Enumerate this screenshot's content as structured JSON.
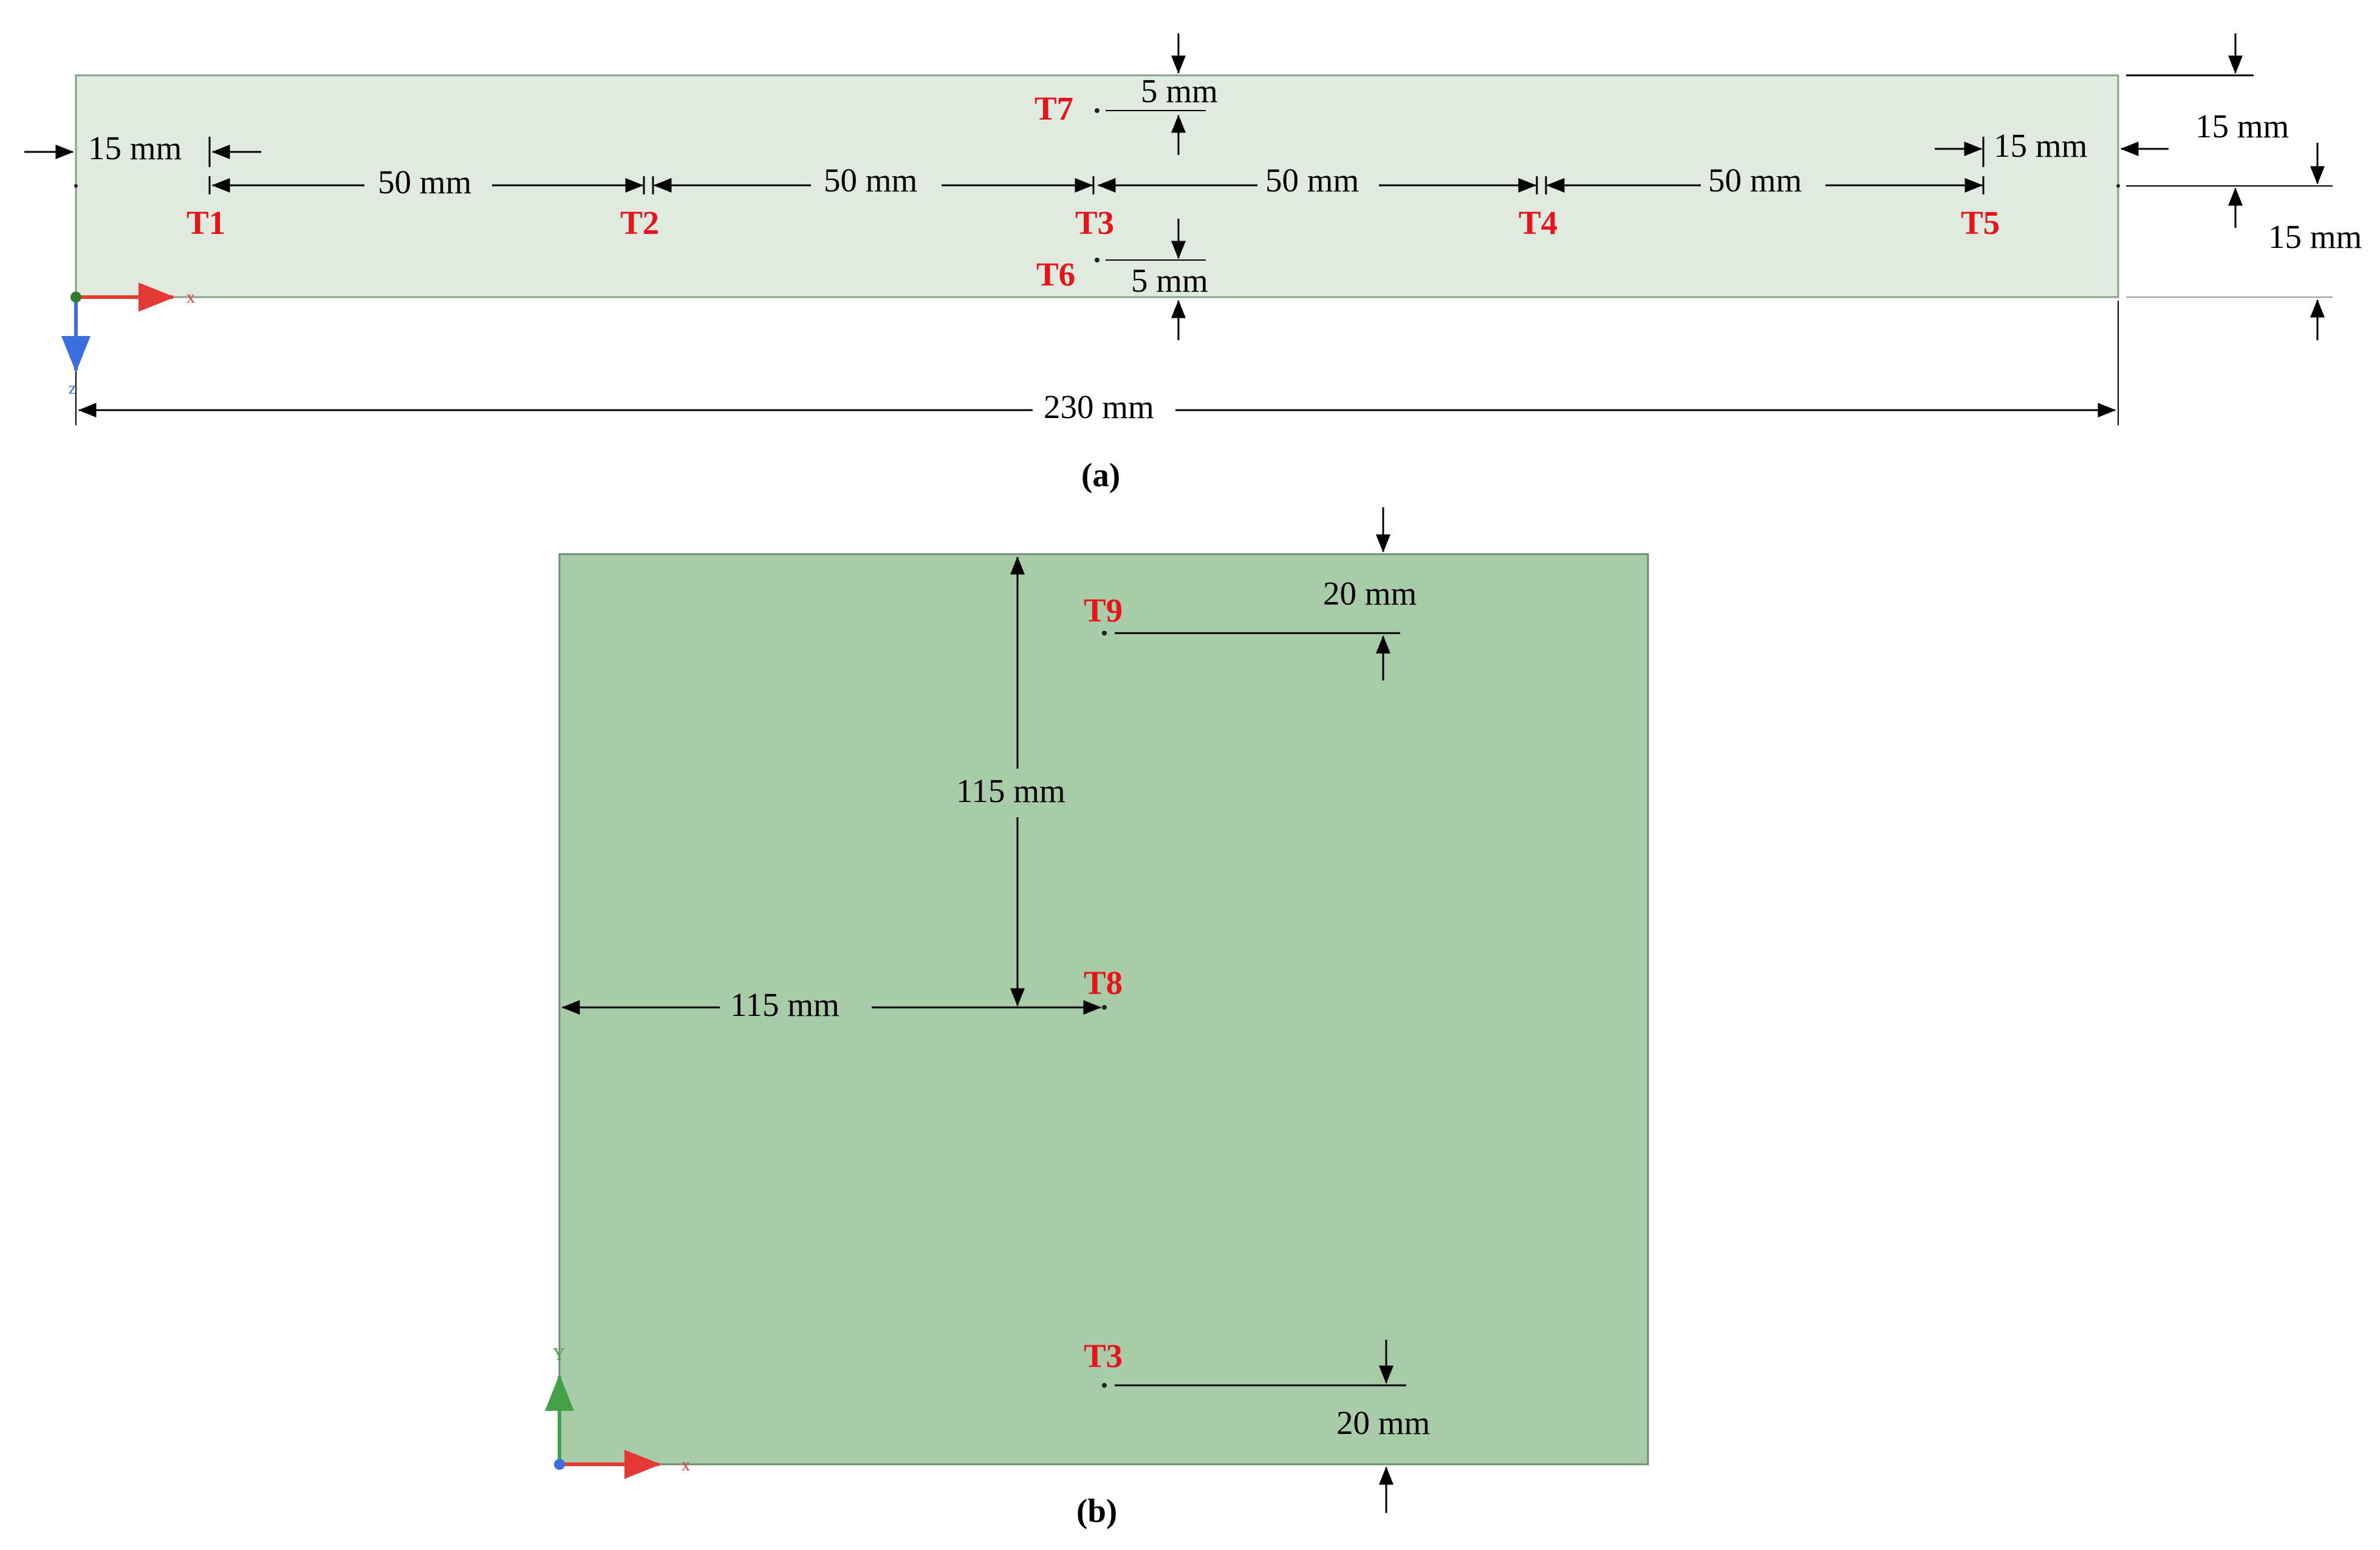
{
  "figure_a": {
    "caption": "(a)",
    "plate_color": "#e0ebdf",
    "points": [
      "T1",
      "T2",
      "T3",
      "T4",
      "T5",
      "T6",
      "T7"
    ],
    "dims": {
      "left_edge": "15 mm",
      "spacing_1": "50 mm",
      "spacing_2": "50 mm",
      "spacing_3": "50 mm",
      "spacing_4": "50 mm",
      "right_edge": "15 mm",
      "t7_top": "5 mm",
      "t6_bottom": "5 mm",
      "thickness_top": "15 mm",
      "thickness_bottom": "15 mm",
      "total_length": "230 mm"
    },
    "axes": {
      "x": "x",
      "z": "z"
    }
  },
  "figure_b": {
    "caption": "(b)",
    "plate_color": "#a8cba8",
    "points": [
      "T9",
      "T8",
      "T3"
    ],
    "dims": {
      "t9_top": "20 mm",
      "vertical_center": "115 mm",
      "horizontal_center": "115 mm",
      "t3_bottom": "20 mm"
    },
    "axes": {
      "x": "x",
      "y": "Y"
    }
  },
  "colors": {
    "label_red": "#e8141c",
    "axis_x": "#e53935",
    "axis_y": "#43a047",
    "axis_z": "#3b6fe0"
  }
}
